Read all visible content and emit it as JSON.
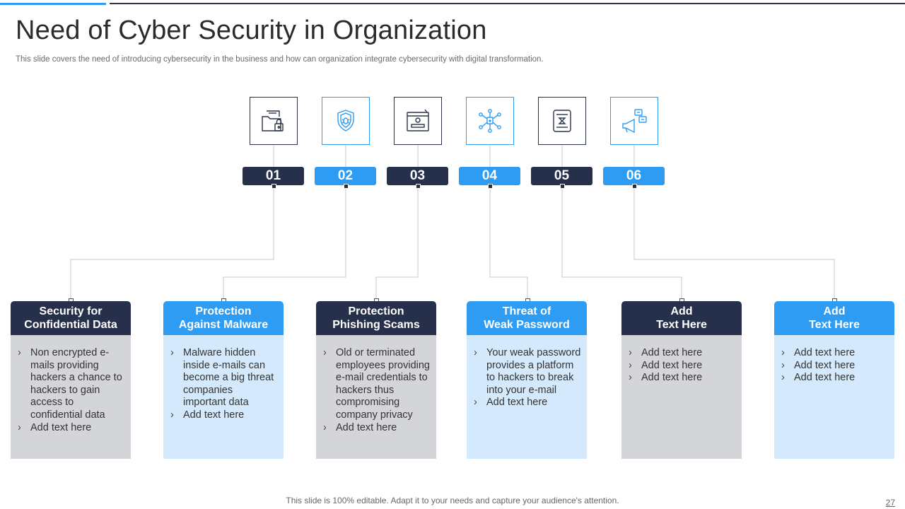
{
  "slide": {
    "title": "Need of Cyber Security in Organization",
    "subtitle": "This slide covers the need of introducing cybersecurity in the business and how can organization integrate cybersecurity with digital transformation.",
    "footer": "This slide is 100% editable. Adapt it to your needs and capture your audience's attention.",
    "page_number": "27"
  },
  "colors": {
    "dark": "#27304a",
    "blue": "#2e9cf2",
    "dark_body": "#d4d5d9",
    "blue_body": "#d4e9fb"
  },
  "steps": [
    {
      "number": "01",
      "icon": "folder-lock-icon",
      "theme": "dark"
    },
    {
      "number": "02",
      "icon": "shield-bug-icon",
      "theme": "blue"
    },
    {
      "number": "03",
      "icon": "browser-login-icon",
      "theme": "dark"
    },
    {
      "number": "04",
      "icon": "network-lock-icon",
      "theme": "blue"
    },
    {
      "number": "05",
      "icon": "hourglass-device-icon",
      "theme": "dark"
    },
    {
      "number": "06",
      "icon": "megaphone-chat-icon",
      "theme": "blue"
    }
  ],
  "cards": [
    {
      "title_line1": "Security for",
      "title_line2": "Confidential Data",
      "theme": "dark",
      "items": [
        "Non encrypted e-mails providing hackers a chance to hackers to gain access to confidential data",
        "Add text here"
      ]
    },
    {
      "title_line1": "Protection",
      "title_line2": "Against Malware",
      "theme": "blue",
      "items": [
        "Malware hidden inside e-mails can become a big threat companies important data",
        "Add text here"
      ]
    },
    {
      "title_line1": "Protection",
      "title_line2": "Phishing Scams",
      "theme": "dark",
      "items": [
        "Old or terminated employees providing e-mail credentials to hackers thus compromising company privacy",
        "Add text here"
      ]
    },
    {
      "title_line1": "Threat of",
      "title_line2": "Weak Password",
      "theme": "blue",
      "items": [
        "Your weak password provides a platform to hackers to break into your e-mail",
        "Add text here"
      ]
    },
    {
      "title_line1": "Add",
      "title_line2": "Text Here",
      "theme": "dark",
      "items": [
        "Add text here",
        "Add text here",
        "Add text here"
      ]
    },
    {
      "title_line1": "Add",
      "title_line2": "Text Here",
      "theme": "blue",
      "items": [
        "Add text here",
        "Add text here",
        "Add text here"
      ]
    }
  ]
}
